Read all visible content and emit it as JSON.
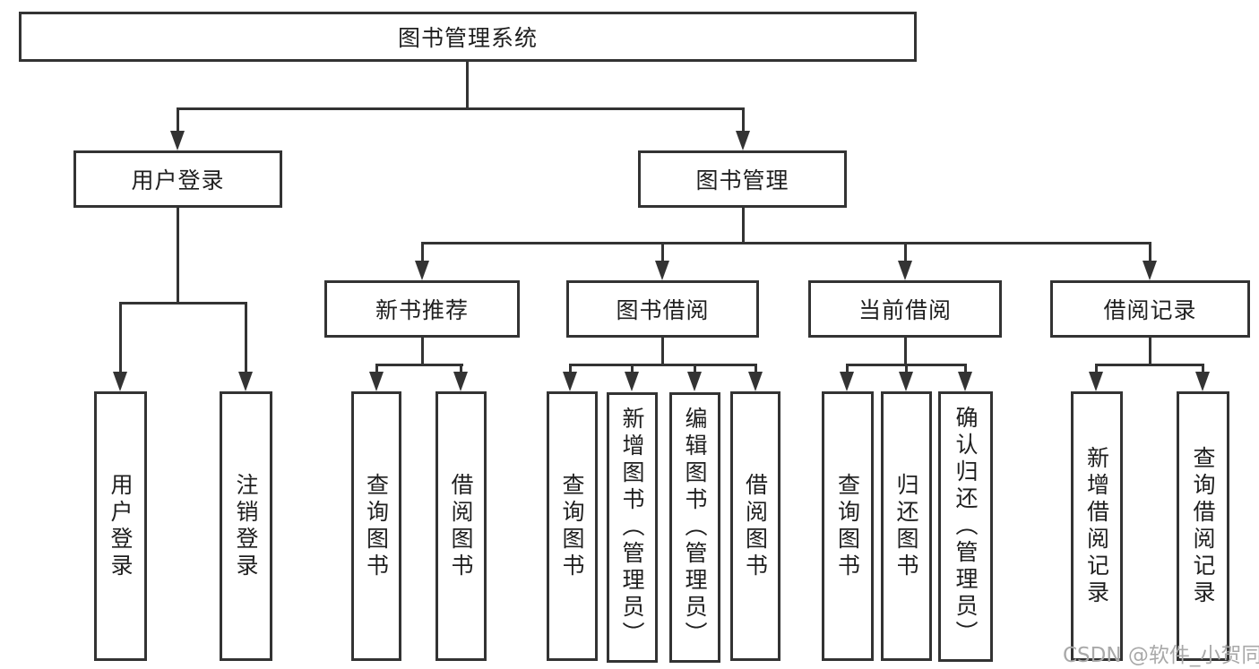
{
  "watermark": "CSDN @软件_小贺同学",
  "colors": {
    "line": "#333333",
    "text": "#1f1f1f",
    "background": "#ffffff",
    "watermark": "#a9a9a9"
  },
  "root": {
    "label": "图书管理系统"
  },
  "branches": {
    "user": {
      "label": "用户登录",
      "children": [
        {
          "label": "用户登录"
        },
        {
          "label": "注销登录"
        }
      ]
    },
    "book": {
      "label": "图书管理",
      "children": [
        {
          "label": "新书推荐",
          "children": [
            {
              "label": "查询图书"
            },
            {
              "label": "借阅图书"
            }
          ]
        },
        {
          "label": "图书借阅",
          "children": [
            {
              "label": "查询图书"
            },
            {
              "label": "新增图书（管理员）"
            },
            {
              "label": "编辑图书（管理员）"
            },
            {
              "label": "借阅图书"
            }
          ]
        },
        {
          "label": "当前借阅",
          "children": [
            {
              "label": "查询图书"
            },
            {
              "label": "归还图书"
            },
            {
              "label": "确认归还（管理员）"
            }
          ]
        },
        {
          "label": "借阅记录",
          "children": [
            {
              "label": "新增借阅记录"
            },
            {
              "label": "查询借阅记录"
            }
          ]
        }
      ]
    }
  }
}
